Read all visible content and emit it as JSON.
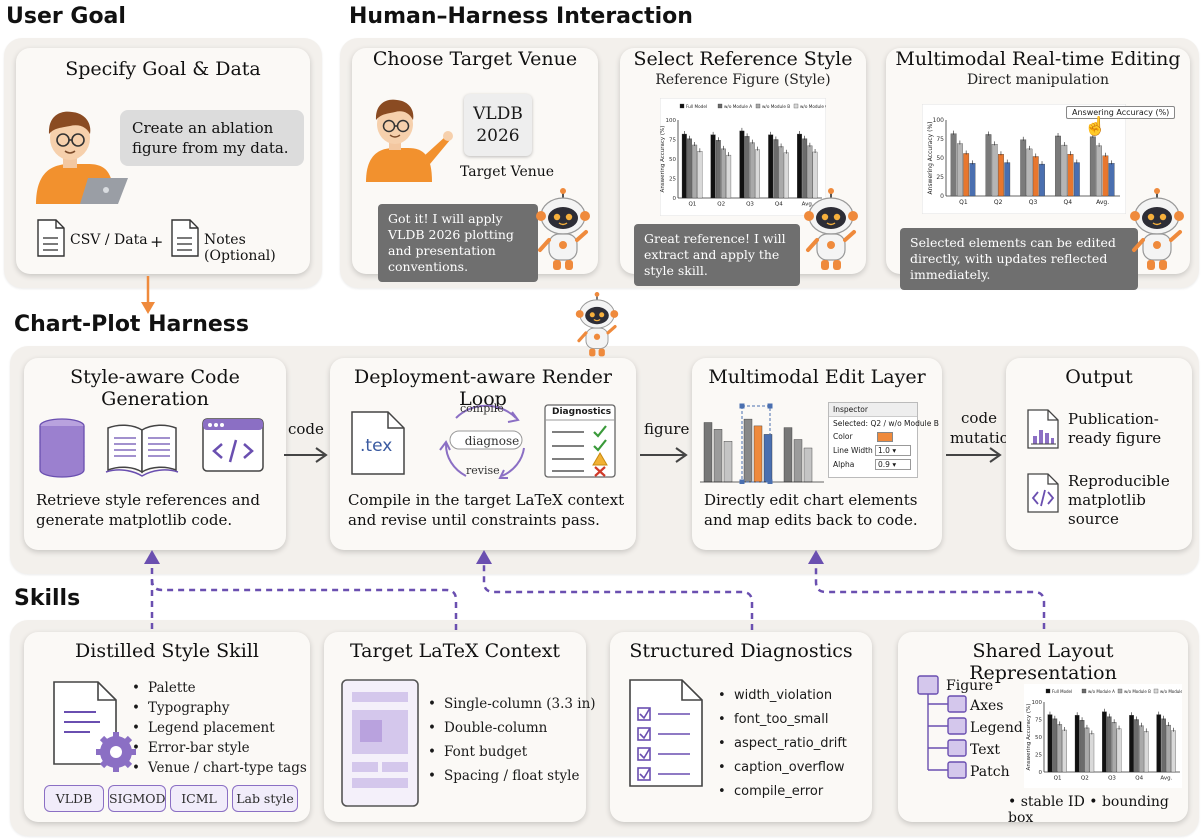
{
  "sections": {
    "user_goal": "User Goal",
    "interaction": "Human–Harness Interaction",
    "harness": "Chart-Plot Harness",
    "skills": "Skills"
  },
  "user_goal": {
    "title": "Specify Goal & Data",
    "bubble": "Create an ablation figure from my data.",
    "csv_label": "CSV / Data",
    "plus": "+",
    "notes_label": "Notes (Optional)"
  },
  "venue": {
    "title": "Choose Target Venue",
    "venue_name": "VLDB 2026",
    "venue_label": "Target Venue",
    "bubble": "Got it! I will apply VLDB 2026 plotting and presentation conventions."
  },
  "reference": {
    "title": "Select Reference Style",
    "subtitle": "Reference Figure (Style)",
    "bubble": "Great reference! I will extract and apply the style skill."
  },
  "editing": {
    "title": "Multimodal Real-time Editing",
    "subtitle": "Direct manipulation",
    "tooltip": "Answering Accuracy (%)",
    "bubble": "Selected elements can be edited directly, with updates reflected immediately."
  },
  "mini_chart": {
    "legend": [
      "Full Model",
      "w/o Module A",
      "w/o Module B",
      "w/o Module C"
    ],
    "ylabel": "Answering Accuracy (%)",
    "yticks": [
      "0",
      "25",
      "50",
      "75",
      "100"
    ],
    "categories": [
      "Q1",
      "Q2",
      "Q3",
      "Q4",
      "Avg."
    ],
    "colors": [
      "#111111",
      "#6b6b6b",
      "#a9a9a9",
      "#d9d9d9"
    ],
    "edit_colors": [
      "#7a7a7a",
      "#b5b5b5",
      "#e8772e",
      "#4a6fb0"
    ]
  },
  "chart_data": {
    "type": "bar",
    "categories": [
      "Q1",
      "Q2",
      "Q3",
      "Q4",
      "Avg."
    ],
    "ylabel": "Answering Accuracy (%)",
    "ylim": [
      0,
      100
    ],
    "series": [
      {
        "name": "Full Model",
        "values": [
          82,
          81,
          86,
          81,
          82
        ]
      },
      {
        "name": "w/o Module A",
        "values": [
          76,
          74,
          79,
          75,
          76
        ]
      },
      {
        "name": "w/o Module B",
        "values": [
          68,
          63,
          71,
          66,
          67
        ]
      },
      {
        "name": "w/o Module C",
        "values": [
          60,
          55,
          62,
          58,
          59
        ]
      }
    ],
    "edit_series": [
      [
        82,
        69,
        56,
        43
      ],
      [
        81,
        68,
        55,
        44
      ],
      [
        74,
        62,
        52,
        42
      ],
      [
        79,
        67,
        55,
        44
      ],
      [
        78,
        66,
        53,
        43
      ]
    ]
  },
  "harness": {
    "style_title": "Style-aware Code Generation",
    "style_desc": "Retrieve style references and generate matplotlib code.",
    "arrow1": "code",
    "render_title": "Deployment-aware Render Loop",
    "tex": ".tex",
    "compile": "compile",
    "diagnose": "diagnose",
    "revise": "revise",
    "diagnostics": "Diagnostics",
    "render_desc": "Compile in the target LaTeX context and revise until constraints pass.",
    "arrow2": "figure",
    "edit_title": "Multimodal Edit Layer",
    "inspector": {
      "title": "Inspector",
      "selected_label": "Selected:",
      "selected_value": "Q2 / w/o Module B",
      "color_label": "Color",
      "linewidth_label": "Line Width",
      "linewidth_value": "1.0",
      "alpha_label": "Alpha",
      "alpha_value": "0.9"
    },
    "edit_desc": "Directly edit chart elements and map edits back to code.",
    "arrow3": "code mutation",
    "output_title": "Output",
    "output_item1": "Publication-ready figure",
    "output_item2": "Reproducible matplotlib source"
  },
  "skills": {
    "distilled": {
      "title": "Distilled Style Skill",
      "items": [
        "Palette",
        "Typography",
        "Legend placement",
        "Error-bar style",
        "Venue / chart-type tags"
      ],
      "tags": [
        "VLDB",
        "SIGMOD",
        "ICML",
        "Lab style"
      ]
    },
    "latex": {
      "title": "Target LaTeX Context",
      "items": [
        "Single-column (3.3 in)",
        "Double-column",
        "Font budget",
        "Spacing / float style"
      ]
    },
    "diagnostics": {
      "title": "Structured Diagnostics",
      "items": [
        "width_violation",
        "font_too_small",
        "aspect_ratio_drift",
        "caption_overflow",
        "compile_error"
      ]
    },
    "layout": {
      "title": "Shared Layout Representation",
      "root": "Figure",
      "children": [
        "Axes",
        "Legend",
        "Text",
        "Patch"
      ],
      "footer": "• stable ID • bounding box"
    }
  },
  "colors": {
    "panel": "#f3f0ec",
    "card": "#fbf9f6",
    "accent_purple": "#6a4fb0",
    "accent_orange": "#ef8a3c",
    "bubble": "#6f6f6f"
  }
}
